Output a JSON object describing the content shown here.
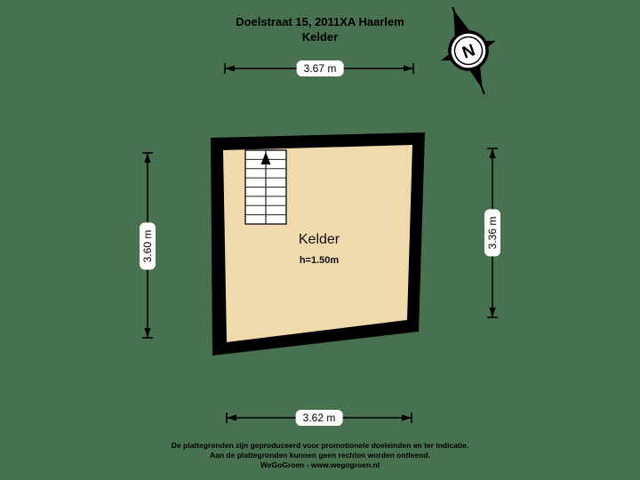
{
  "title": {
    "line1": "Doelstraat 15, 2011XA Haarlem",
    "line2": "Kelder"
  },
  "room": {
    "name": "Kelder",
    "height": "h=1.50m"
  },
  "dimensions": {
    "top": "3.67 m",
    "bottom": "3.62 m",
    "left": "3.60 m",
    "right": "3.36 m"
  },
  "compass": {
    "n": "N"
  },
  "footer": {
    "line1": "De plattegronden zijn geproduceerd voor promotionele doeleinden en ter indicatie.",
    "line2": "Aan de plattegronden kunnen geen rechten worden ontleend.",
    "line3": "WeGoGroen - www.wegogroen.nl"
  },
  "colors": {
    "background": "#47714F",
    "floor": "#F0D9AC",
    "wall": "#000000",
    "label_background": "#FFFFFF",
    "text": "#000000"
  }
}
